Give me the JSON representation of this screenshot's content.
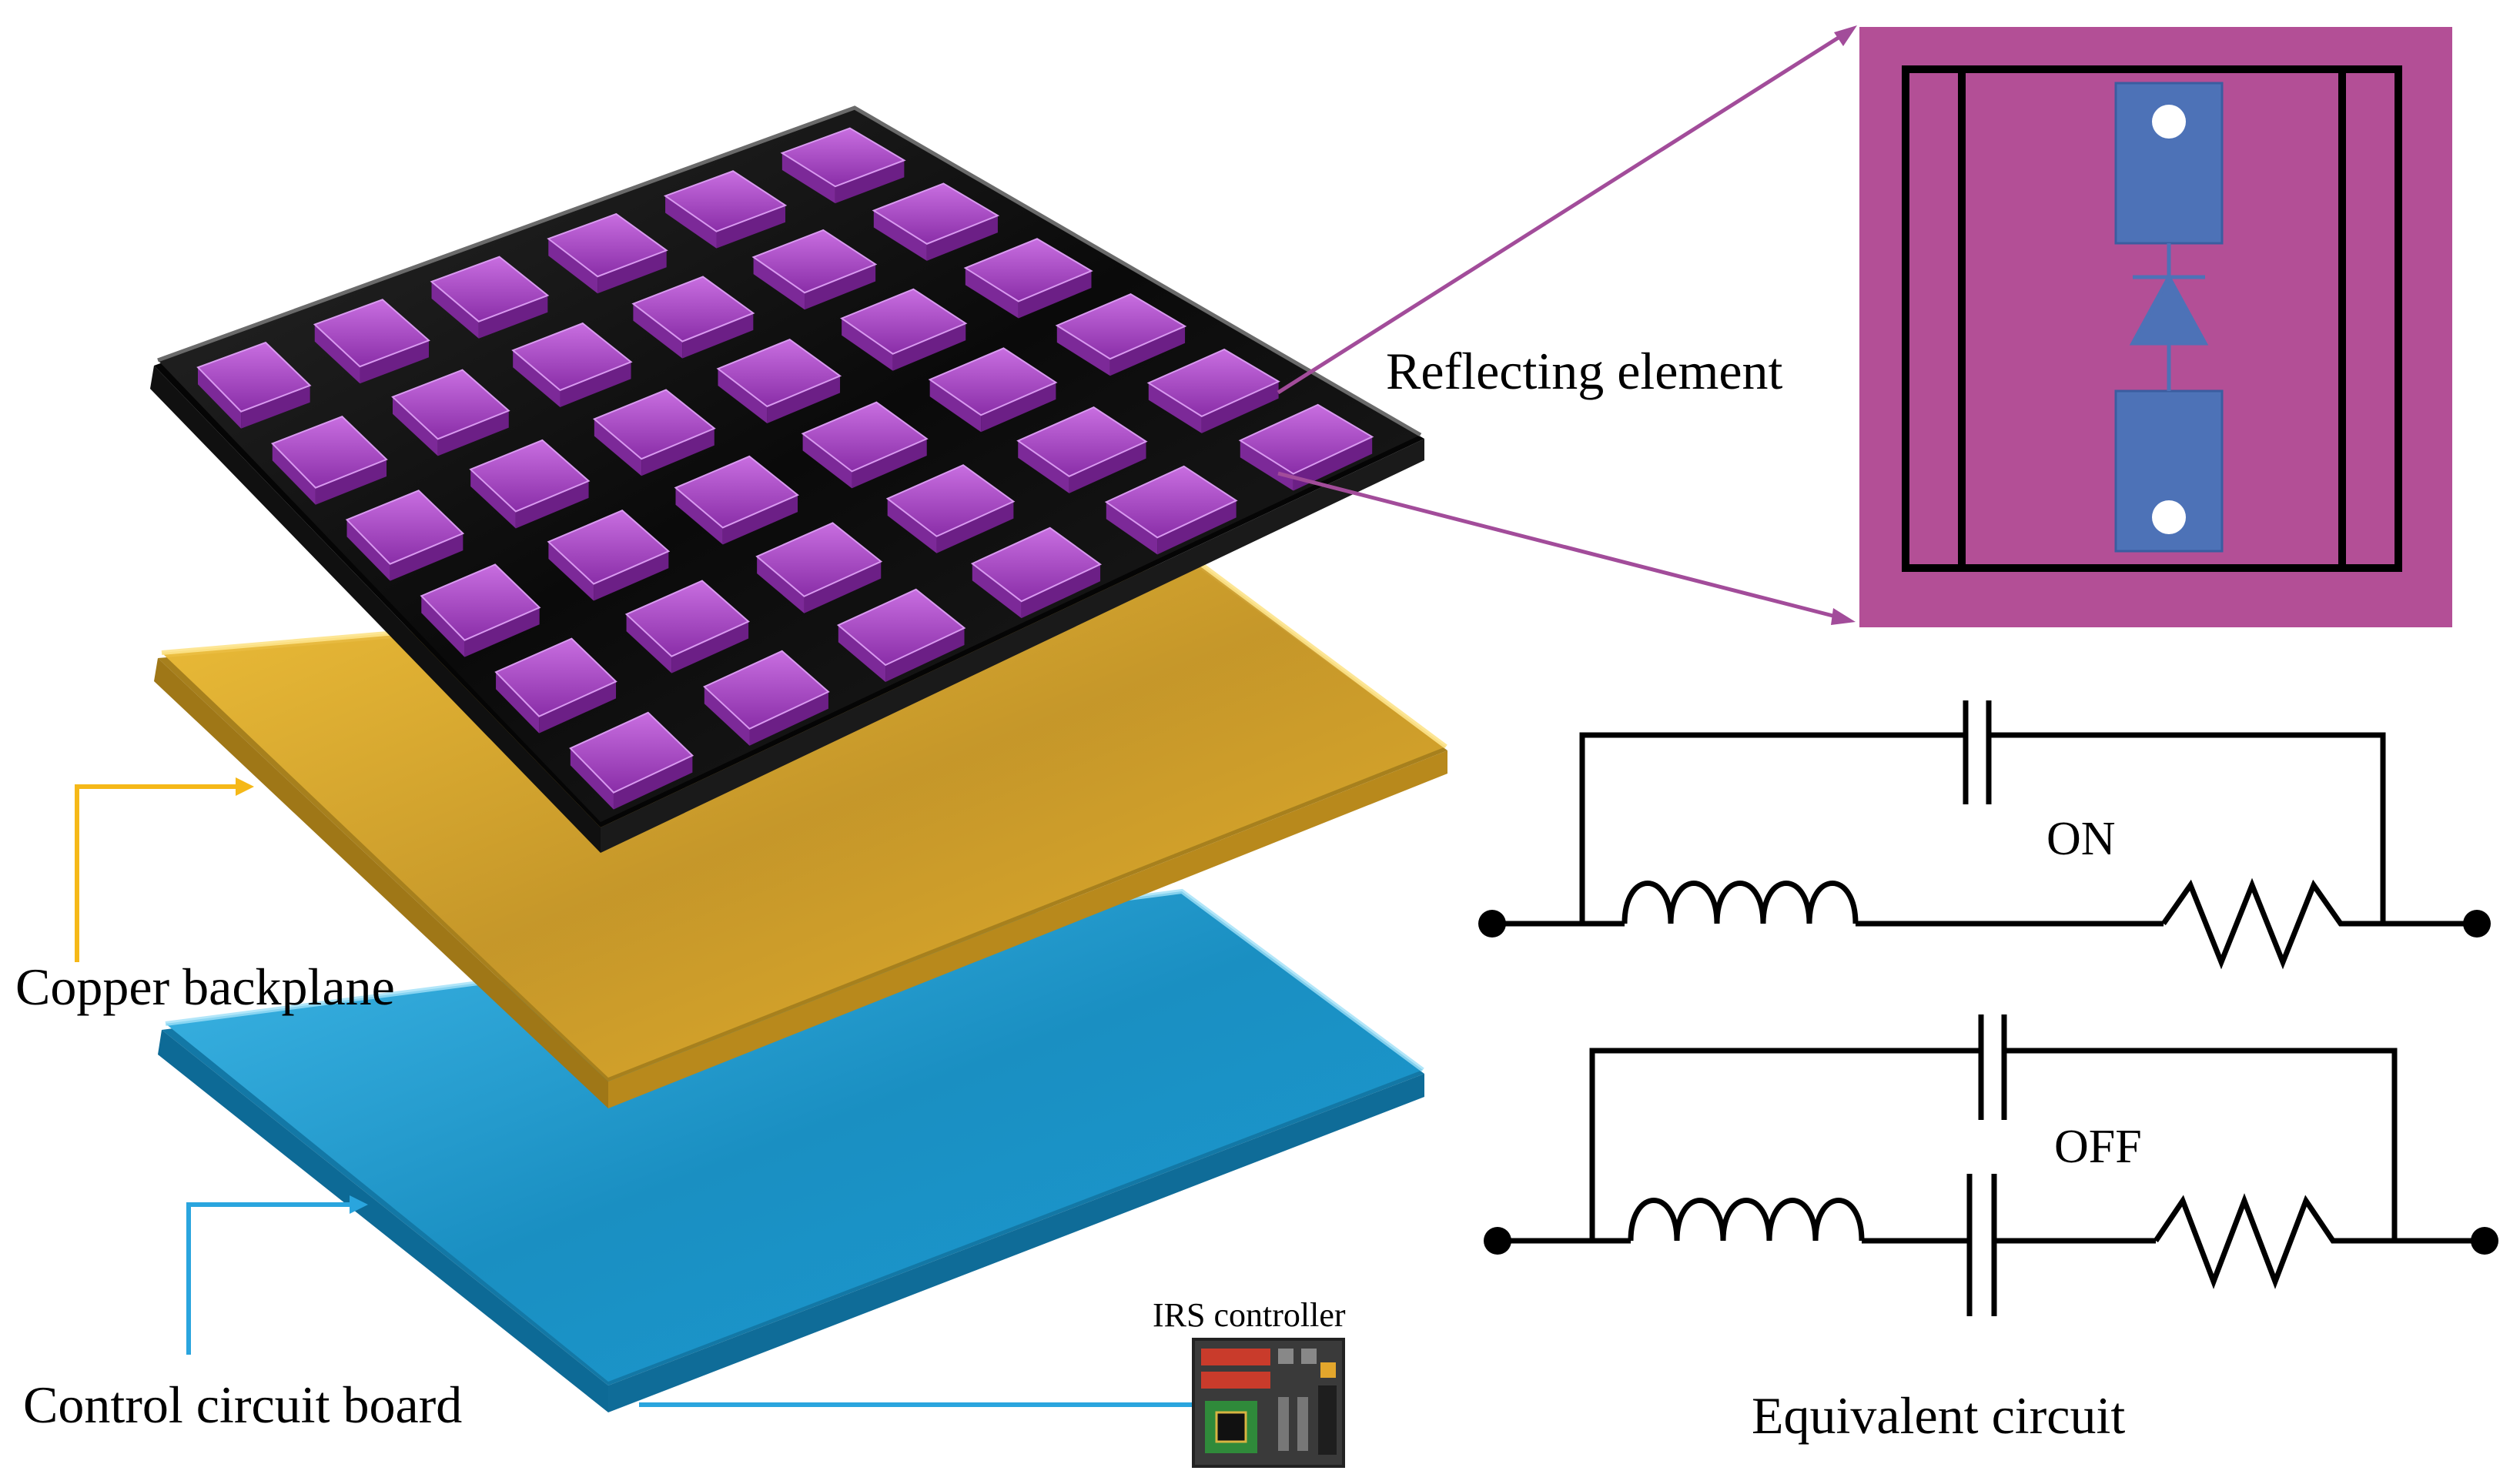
{
  "labels": {
    "reflecting_element": "Reflecting element",
    "copper_backplane": "Copper backplane",
    "control_circuit_board": "Control circuit board",
    "irs_controller": "IRS controller",
    "equivalent_circuit": "Equivalent circuit",
    "on_state": "ON",
    "off_state": "OFF"
  },
  "colors": {
    "element_purple": "#a23fbf",
    "cell_background": "#b34f96",
    "diode_blue": "#4d72b7",
    "copper": "#e9b52a",
    "board_blue": "#1f9fd4",
    "substrate_black": "#141414",
    "copper_arrow": "#f5b818",
    "board_arrow": "#2aa5de",
    "zoom_lines": "#a24c9a"
  },
  "metasurface": {
    "rows": 6,
    "cols": 6
  }
}
